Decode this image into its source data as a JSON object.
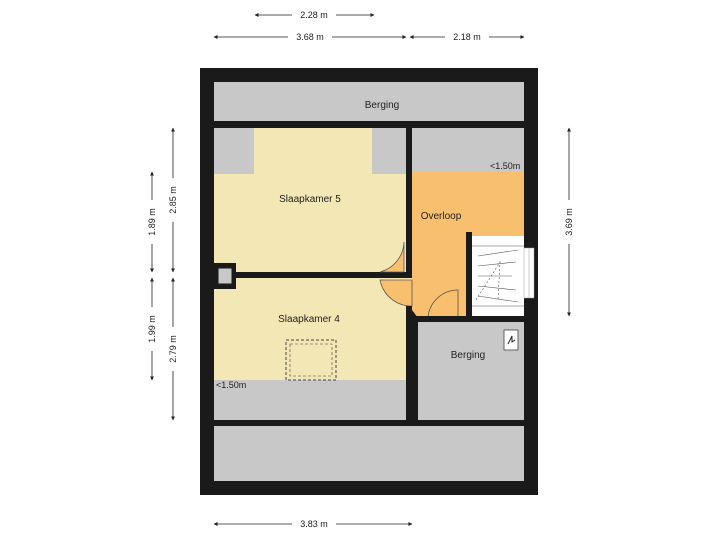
{
  "rooms": {
    "berging_top": "Berging",
    "slaapkamer5": "Slaapkamer 5",
    "overloop": "Overloop",
    "slaapkamer4": "Slaapkamer 4",
    "berging_right": "Berging"
  },
  "notes": {
    "low_ceiling_overloop": "<1.50m",
    "low_ceiling_slaapkamer4": "<1.50m"
  },
  "dimensions": {
    "top_1": "2.28 m",
    "top_2a": "3.68 m",
    "top_2b": "2.18 m",
    "bottom": "3.83 m",
    "left_outer_1": "1.89 m",
    "left_outer_2": "1.99 m",
    "left_inner_1": "2.85 m",
    "left_inner_2": "2.79 m",
    "right": "3.69 m"
  },
  "colors": {
    "wall": "#1a1a1a",
    "storage": "#c8c8c8",
    "bedroom": "#f3e7b5",
    "landing": "#f8c06e",
    "dimension_line": "#222222"
  }
}
